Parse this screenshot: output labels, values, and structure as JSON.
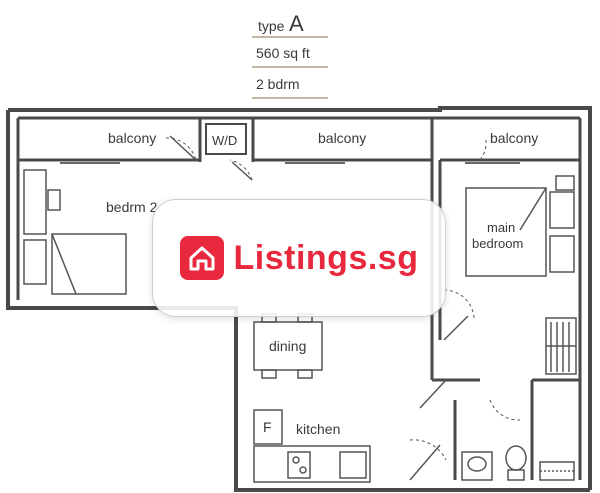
{
  "header": {
    "type_label": "type",
    "type_value": "A",
    "area": "560 sq ft",
    "bedrooms": "2 bdrm"
  },
  "rooms": {
    "balcony_left": "balcony",
    "wd": "W/D",
    "balcony_middle": "balcony",
    "balcony_right": "balcony",
    "bedroom_2": "bedrm 2",
    "main_bedroom_line1": "main",
    "main_bedroom_line2": "bedroom",
    "dining": "dining",
    "kitchen": "kitchen",
    "fridge": "F"
  },
  "watermark": {
    "text": "Listings.sg",
    "icon": "house-icon",
    "color": "#e8283c"
  }
}
